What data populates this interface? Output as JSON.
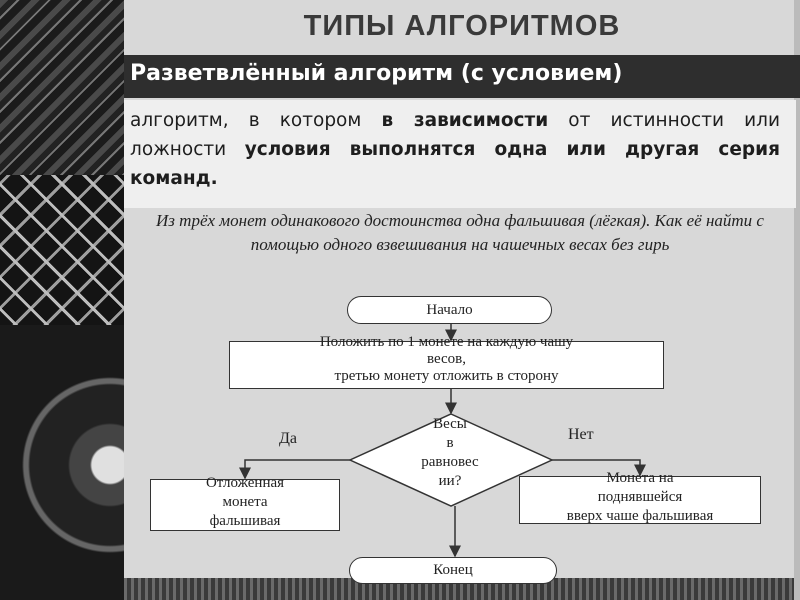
{
  "slide": {
    "title": "ТИПЫ  АЛГОРИТМОВ",
    "heading": "Разветвлённый алгоритм  (с условием)",
    "definition": {
      "t1": "алгоритм, в котором ",
      "b1": "в зависимости",
      "t2": " от истинности или ложности ",
      "b2": "условия выполнятся одна или другая серия команд."
    },
    "problem": "Из трёх монет одинакового достоинства одна фальшивая (лёгкая). Как её найти с помощью одного взвешивания на чашечных весах без гирь"
  },
  "flowchart": {
    "start": "Начало",
    "step1_line1": "Положить по 1 монете на каждую чашу",
    "step1_line2": "весов,",
    "step1_line3": "третью монету отложить в сторону",
    "condition_lines": [
      "Весы",
      "в",
      "равновес",
      "ии?"
    ],
    "yes_label": "Да",
    "no_label": "Нет",
    "yes_lines": [
      "Отложенная",
      "монета",
      "фальшивая"
    ],
    "no_lines": [
      "Монета на",
      "поднявшейся",
      "вверх чаше фальшивая"
    ],
    "end": "Конец"
  }
}
